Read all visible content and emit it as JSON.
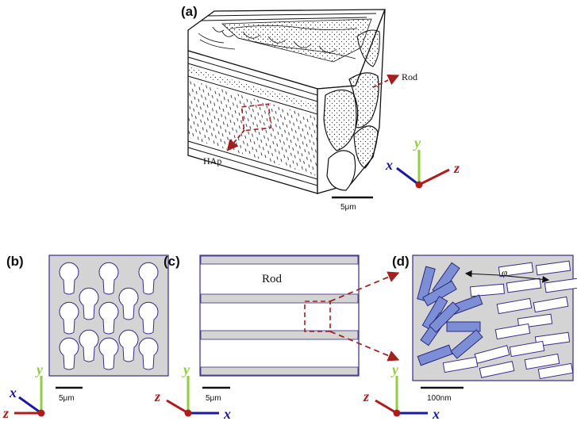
{
  "panels": {
    "a": {
      "label": "(a)",
      "rod_label": "Rod",
      "hap_label": "HAp",
      "scale_label": "5μm"
    },
    "b": {
      "label": "(b)",
      "scale_label": "5μm"
    },
    "c": {
      "label": "(c)",
      "rod_label": "Rod",
      "scale_label": "5μm"
    },
    "d": {
      "label": "(d)",
      "angle_label": "φ",
      "scale_label": "100nm"
    }
  },
  "axes": {
    "a": {
      "x": "x",
      "y": "y",
      "z": "z"
    },
    "b": {
      "x": "x",
      "y": "y",
      "z": "z"
    },
    "c": {
      "x": "x",
      "y": "y",
      "z": "z"
    },
    "d": {
      "x": "x",
      "y": "y",
      "z": "z"
    }
  },
  "colors": {
    "axis_x": "#1a1a9e",
    "axis_y": "#8fce3c",
    "axis_z": "#b01c1c",
    "arrow_red": "#a32020",
    "panel_fill": "#d4d4d4",
    "panel_border": "#3a2a8a",
    "crystal_blue": "#7b8ed6"
  }
}
